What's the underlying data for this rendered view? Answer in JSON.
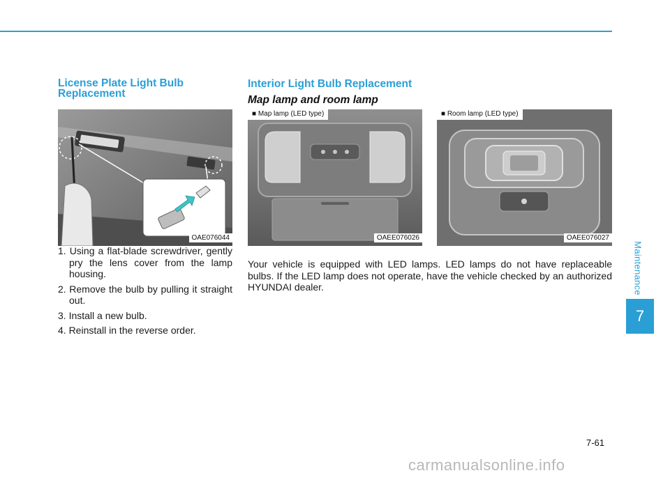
{
  "section": {
    "side_label": "Maintenance",
    "chapter_number": "7"
  },
  "license": {
    "title": "License Plate Light Bulb Replacement",
    "image_code": "OAE076044",
    "steps": [
      "1. Using a flat-blade screwdriver, gently pry the lens cover from the lamp housing.",
      "2. Remove the bulb by pulling it straight out.",
      "3. Install a new bulb.",
      "4. Reinstall in the reverse order."
    ]
  },
  "interior": {
    "title": "Interior Light Bulb Replacement",
    "subtitle": "Map lamp and room lamp",
    "map_caption": "■ Map lamp (LED type)",
    "map_code": "OAEE076026",
    "room_caption": "■ Room lamp (LED type)",
    "room_code": "OAEE076027",
    "body": "Your vehicle is equipped with LED lamps. LED lamps do not have replaceable bulbs. If the LED lamp does not operate, have the vehicle checked by an authorized HYUNDAI dealer."
  },
  "footer": {
    "page_number": "7-61",
    "watermark": "carmanualsonline.info"
  },
  "colors": {
    "accent": "#2a9fd6",
    "arrow": "#3ec4c9"
  }
}
